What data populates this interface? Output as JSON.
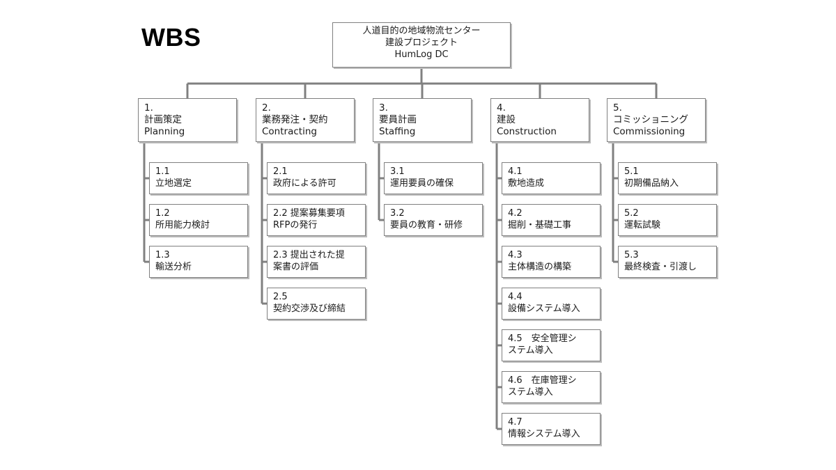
{
  "title": "WBS",
  "root": {
    "lines": [
      "人道目的の地域物流センター",
      "建設プロジェクト",
      "HumLog DC"
    ]
  },
  "phases": [
    {
      "num": "1.",
      "ja": "計画策定",
      "en": "Planning",
      "tasks": [
        {
          "lines": [
            "1.1",
            "立地選定"
          ]
        },
        {
          "lines": [
            "1.2",
            "所用能力検討"
          ]
        },
        {
          "lines": [
            "1.3",
            "輸送分析"
          ]
        }
      ]
    },
    {
      "num": "2.",
      "ja": "業務発注・契約",
      "en": "Contracting",
      "tasks": [
        {
          "lines": [
            "2.1",
            "政府による許可"
          ]
        },
        {
          "lines": [
            "2.2 提案募集要項",
            "RFPの発行"
          ]
        },
        {
          "lines": [
            "2.3 提出された提",
            "案書の評価"
          ]
        },
        {
          "lines": [
            "2.5",
            "契約交渉及び締結"
          ]
        }
      ]
    },
    {
      "num": "3.",
      "ja": "要員計画",
      "en": "Staffing",
      "tasks": [
        {
          "lines": [
            "3.1",
            "運用要員の確保"
          ]
        },
        {
          "lines": [
            "3.2",
            "要員の教育・研修"
          ]
        }
      ]
    },
    {
      "num": "4.",
      "ja": "建設",
      "en": "Construction",
      "tasks": [
        {
          "lines": [
            "4.1",
            "敷地造成"
          ]
        },
        {
          "lines": [
            "4.2",
            "掘削・基礎工事"
          ]
        },
        {
          "lines": [
            "4.3",
            "主体構造の構築"
          ]
        },
        {
          "lines": [
            "4.4",
            "設備システム導入"
          ]
        },
        {
          "lines": [
            "4.5　安全管理シ",
            "ステム導入"
          ]
        },
        {
          "lines": [
            "4.6　在庫管理シ",
            "ステム導入"
          ]
        },
        {
          "lines": [
            "4.7",
            "情報システム導入"
          ]
        }
      ]
    },
    {
      "num": "5.",
      "ja": "コミッショニング",
      "en": "Commissioning",
      "tasks": [
        {
          "lines": [
            "5.1",
            "初期備品納入"
          ]
        },
        {
          "lines": [
            "5.2",
            "運転試験"
          ]
        },
        {
          "lines": [
            "5.3",
            "最終検査・引渡し"
          ]
        }
      ]
    }
  ],
  "colors": {
    "connector": "#808080",
    "box_border": "#7f7f7f",
    "box_shadow": "#bcbcbc"
  }
}
